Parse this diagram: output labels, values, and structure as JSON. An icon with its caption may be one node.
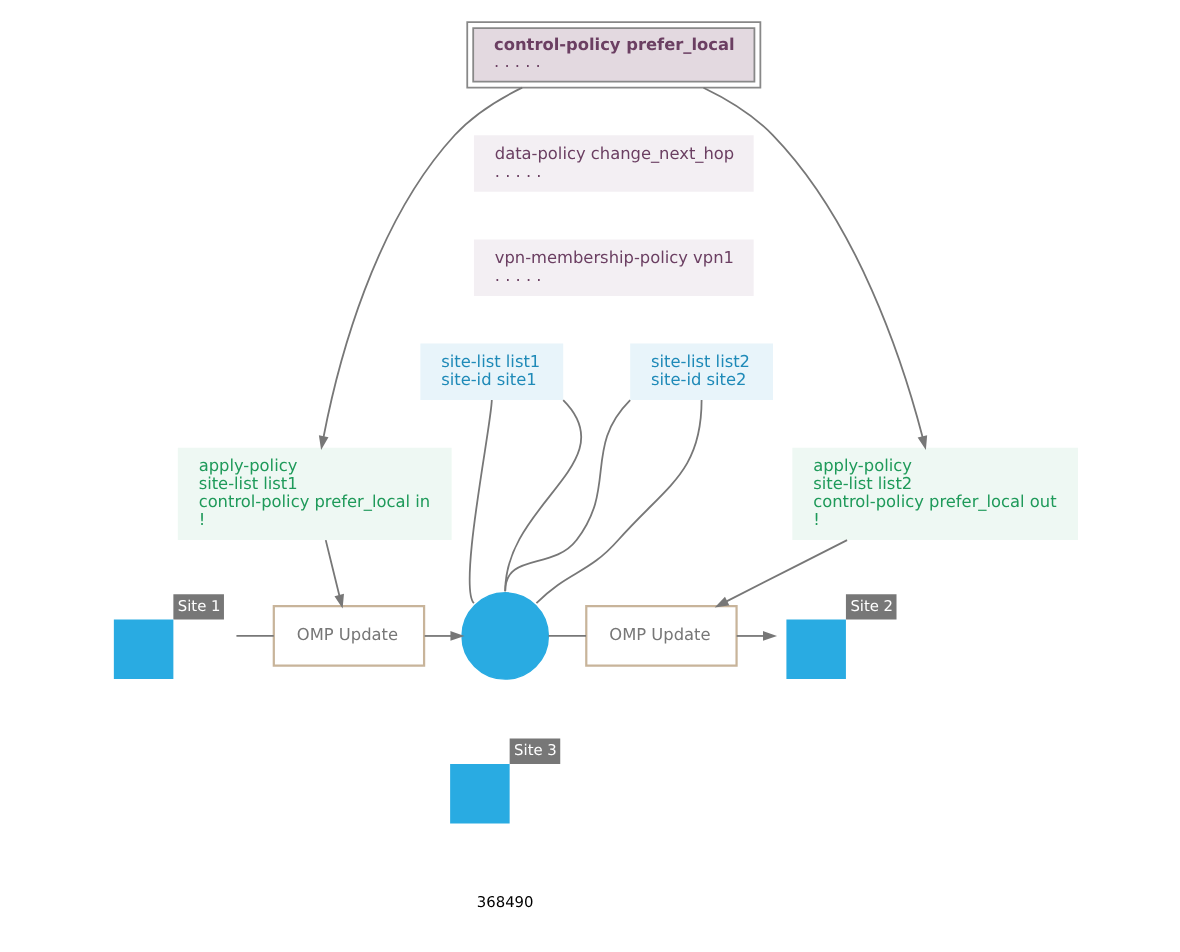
{
  "diagram": {
    "nodes": [
      {
        "text": [
          "control-policy prefer_local",
          ". . . . ."
        ]
      },
      {
        "text": [
          "data-policy change_next_hop",
          ". . . . ."
        ]
      },
      {
        "text": [
          "vpn-membership-policy vpn1",
          ". . . . ."
        ]
      },
      {
        "text": [
          "site-list list1",
          "site-id site1"
        ]
      },
      {
        "text": [
          "site-list list2",
          "site-id site2"
        ]
      },
      {
        "text": [
          "apply-policy",
          "site-list list1",
          "control-policy prefer_local in",
          "!"
        ]
      },
      {
        "text": [
          "apply-policy",
          "site-list list2",
          "control-policy prefer_local out",
          "!"
        ]
      },
      {
        "text": [
          "Site 1"
        ]
      },
      {
        "text": [
          "OMP Update"
        ]
      },
      {
        "text": [],
        "shape": "circle"
      },
      {
        "text": [
          "OMP Update"
        ]
      },
      {
        "text": [
          "Site 2"
        ]
      },
      {
        "text": [
          "Site 3"
        ]
      }
    ],
    "edges": [
      {
        "from": 0,
        "to": 5,
        "arrow": "to"
      },
      {
        "from": 0,
        "to": 6,
        "arrow": "to"
      },
      {
        "from": 5,
        "to": 8,
        "arrow": "to"
      },
      {
        "from": 6,
        "to": 10,
        "arrow": "to"
      },
      {
        "from": 7,
        "to": 8,
        "arrow": "none"
      },
      {
        "from": 8,
        "to": 9,
        "arrow": "to"
      },
      {
        "from": 9,
        "to": 10,
        "arrow": "none"
      },
      {
        "from": 10,
        "to": 11,
        "arrow": "to"
      },
      {
        "from": 3,
        "to": 9,
        "arrow": "none"
      },
      {
        "from": 3,
        "to": 9,
        "arrow": "none"
      },
      {
        "from": 4,
        "to": 9,
        "arrow": "none"
      },
      {
        "from": 4,
        "to": 9,
        "arrow": "none"
      }
    ],
    "labels": [
      "368490"
    ]
  }
}
